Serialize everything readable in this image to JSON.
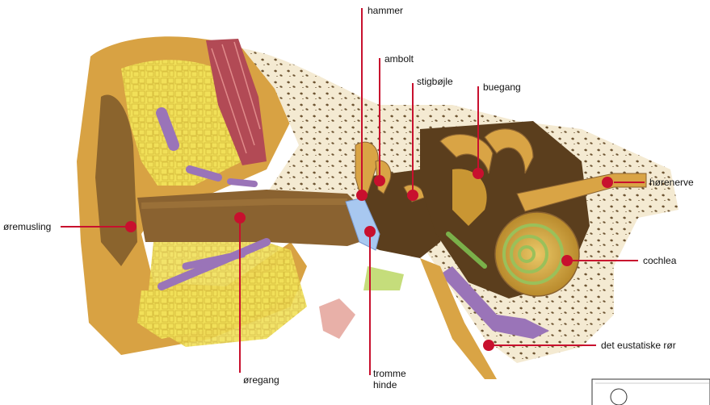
{
  "labels": {
    "hammer": "hammer",
    "ambolt": "ambolt",
    "stigbojle": "stigbøjle",
    "buegang": "buegang",
    "horenerve": "hørenerve",
    "oremusling": "øremusling",
    "cochlea": "cochlea",
    "eustatiske": "det eustatiske rør",
    "oregang": "øregang",
    "tromme_l1": "tromme",
    "tromme_l2": "hinde"
  },
  "colors": {
    "leader": "#c8102e",
    "flesh": "#d9a445",
    "fat": "#f2e35a",
    "bone": "#f4ead2",
    "canal": "#6b4a24",
    "drum": "#a8c8f0",
    "muscle": "#b24a55",
    "vessel": "#9a74b8"
  }
}
